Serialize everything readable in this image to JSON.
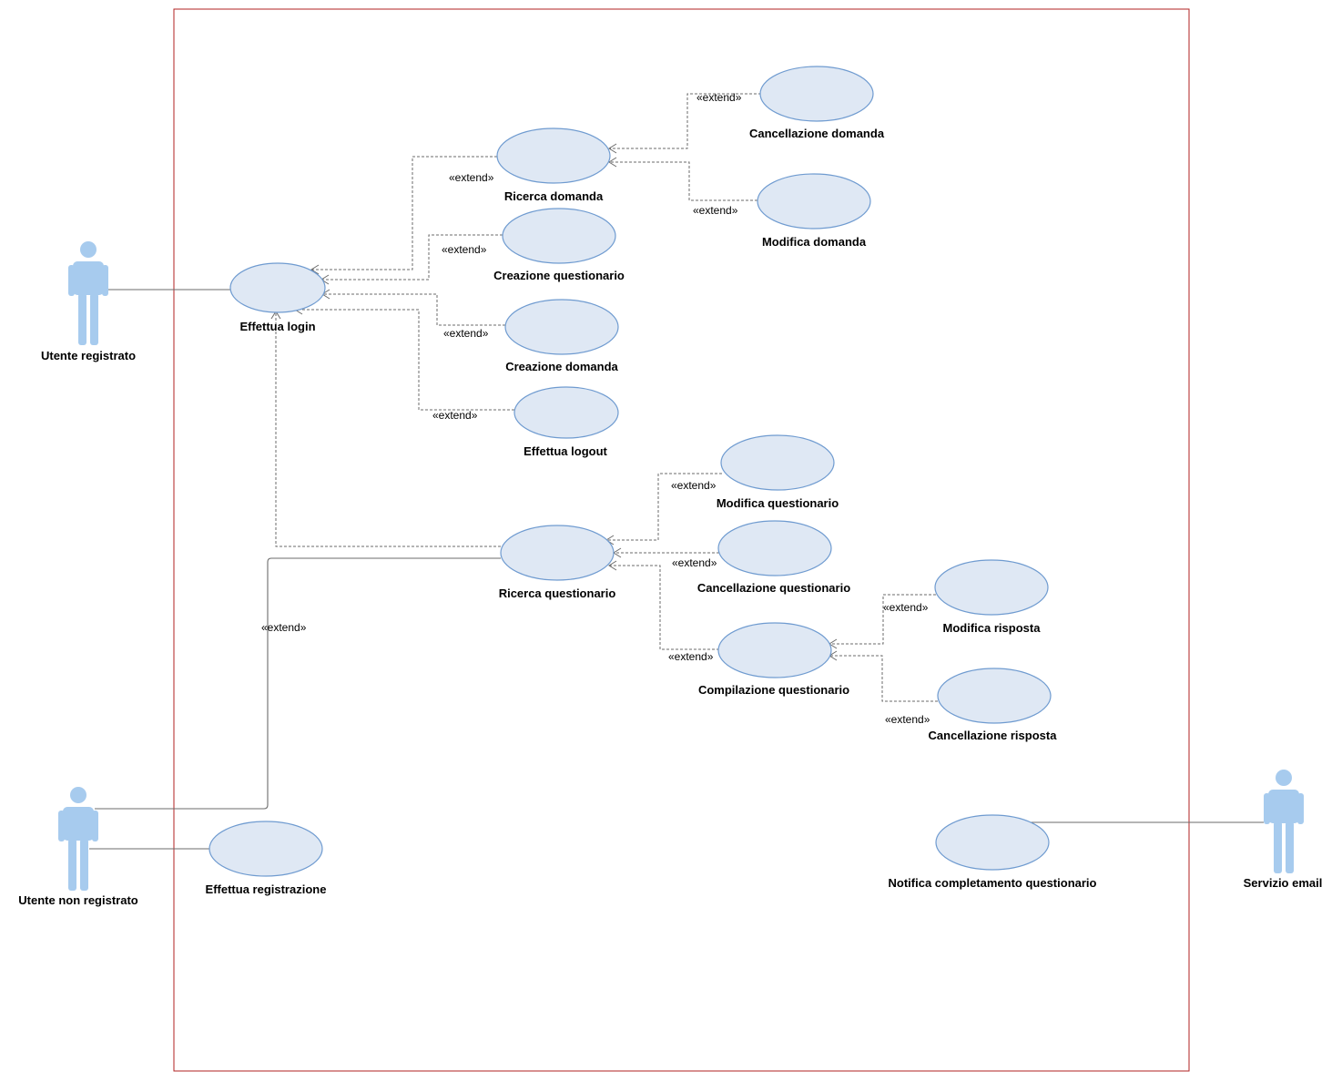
{
  "extend_label": "«extend»",
  "actors": {
    "utente_registrato": "Utente registrato",
    "utente_non_registrato": "Utente non registrato",
    "servizio_email": "Servizio email"
  },
  "use_cases": {
    "effettua_login": "Effettua login",
    "ricerca_domanda": "Ricerca domanda",
    "cancellazione_domanda": "Cancellazione domanda",
    "modifica_domanda": "Modifica domanda",
    "creazione_questionario": "Creazione questionario",
    "creazione_domanda": "Creazione domanda",
    "effettua_logout": "Effettua logout",
    "modifica_questionario": "Modifica questionario",
    "ricerca_questionario": "Ricerca questionario",
    "cancellazione_questionario": "Cancellazione questionario",
    "modifica_risposta": "Modifica risposta",
    "compilazione_questionario": "Compilazione questionario",
    "cancellazione_risposta": "Cancellazione risposta",
    "effettua_registrazione": "Effettua registrazione",
    "notifica_completamento_questionario": "Notifica completamento questionario"
  },
  "colors": {
    "system_boundary": "#b22222",
    "use_case_fill": "#dfe8f4",
    "use_case_stroke": "#6f9bd0",
    "actor": "#a7cbee",
    "connector": "#6b6b6b"
  }
}
